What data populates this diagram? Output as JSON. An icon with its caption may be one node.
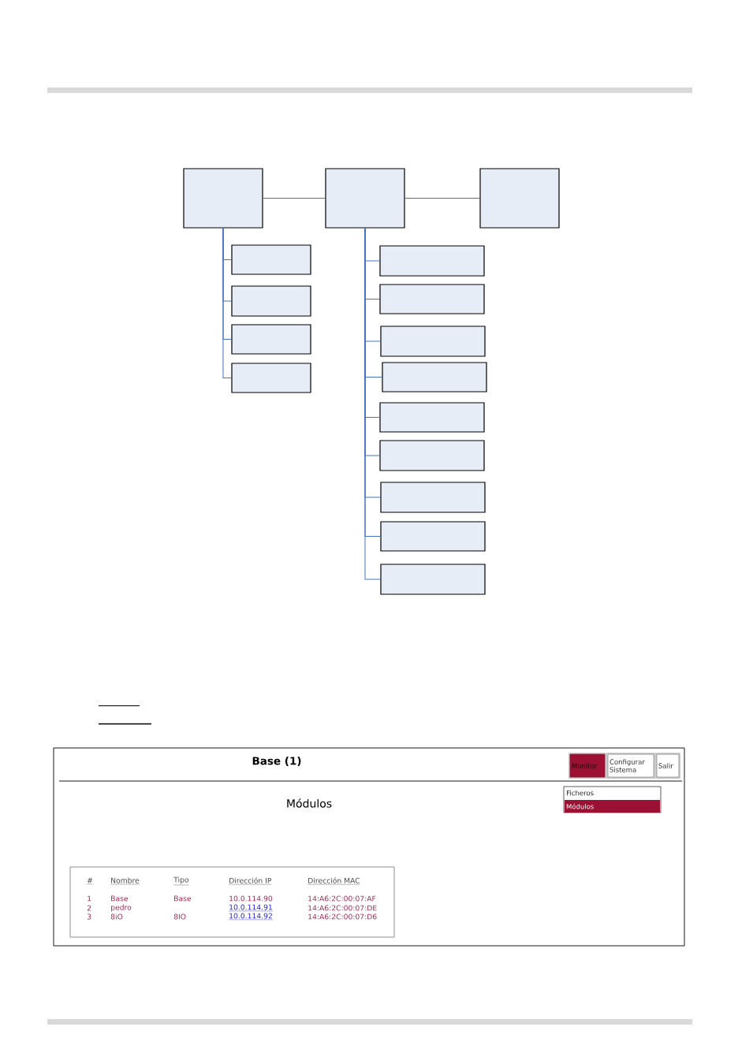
{
  "diagram": {
    "nodes": [
      {
        "text": [],
        "shape": "box"
      },
      {
        "text": [],
        "shape": "box"
      },
      {
        "text": [],
        "shape": "box"
      },
      {
        "text": [],
        "shape": "box"
      },
      {
        "text": [],
        "shape": "box"
      },
      {
        "text": [],
        "shape": "box"
      },
      {
        "text": [],
        "shape": "box"
      },
      {
        "text": [],
        "shape": "box"
      },
      {
        "text": [],
        "shape": "box"
      },
      {
        "text": [],
        "shape": "box"
      },
      {
        "text": [],
        "shape": "box"
      },
      {
        "text": [],
        "shape": "box"
      },
      {
        "text": [],
        "shape": "box"
      },
      {
        "text": [],
        "shape": "box"
      },
      {
        "text": [],
        "shape": "box"
      },
      {
        "text": [],
        "shape": "box"
      },
      {
        "text": [
          "Base (1)",
          "Módulos"
        ]
      },
      {
        "text": [
          "Monitor"
        ],
        "in": 16
      },
      {
        "text": [
          "Configurar Sistema"
        ],
        "in": 16
      },
      {
        "text": [
          "Salir"
        ],
        "in": 16
      },
      {
        "text": [
          "Ficheros"
        ],
        "in": 16
      },
      {
        "text": [
          "Módulos"
        ],
        "in": 20
      }
    ],
    "edges": [
      {
        "from": 0,
        "to": 1,
        "arrow": "none"
      },
      {
        "from": 1,
        "to": 2,
        "arrow": "none"
      },
      {
        "from": 0,
        "to": 3,
        "arrow": "none"
      },
      {
        "from": 0,
        "to": 4,
        "arrow": "none"
      },
      {
        "from": 0,
        "to": 5,
        "arrow": "none"
      },
      {
        "from": 0,
        "to": 6,
        "arrow": "none"
      },
      {
        "from": 1,
        "to": 7,
        "arrow": "none"
      },
      {
        "from": 1,
        "to": 8,
        "arrow": "none"
      },
      {
        "from": 1,
        "to": 9,
        "arrow": "none"
      },
      {
        "from": 1,
        "to": 10,
        "arrow": "none"
      },
      {
        "from": 1,
        "to": 11,
        "arrow": "none"
      },
      {
        "from": 1,
        "to": 12,
        "arrow": "none"
      },
      {
        "from": 1,
        "to": 13,
        "arrow": "none"
      },
      {
        "from": 1,
        "to": 14,
        "arrow": "none"
      },
      {
        "from": 1,
        "to": 15,
        "arrow": "none"
      }
    ],
    "labels": [
      "#",
      "Nombre",
      "Tipo",
      "Dirección IP",
      "Dirección MAC",
      "1",
      "Base",
      "Base",
      "10.0.114.90",
      "14:A6:2C:00:07:AF",
      "2",
      "pedro",
      "10.0.114.91",
      "14:A6:2C:00:07:DE",
      "3",
      "8iO",
      "8IO",
      "10.0.114.92",
      "14:A6:2C:00:07:D6"
    ]
  }
}
